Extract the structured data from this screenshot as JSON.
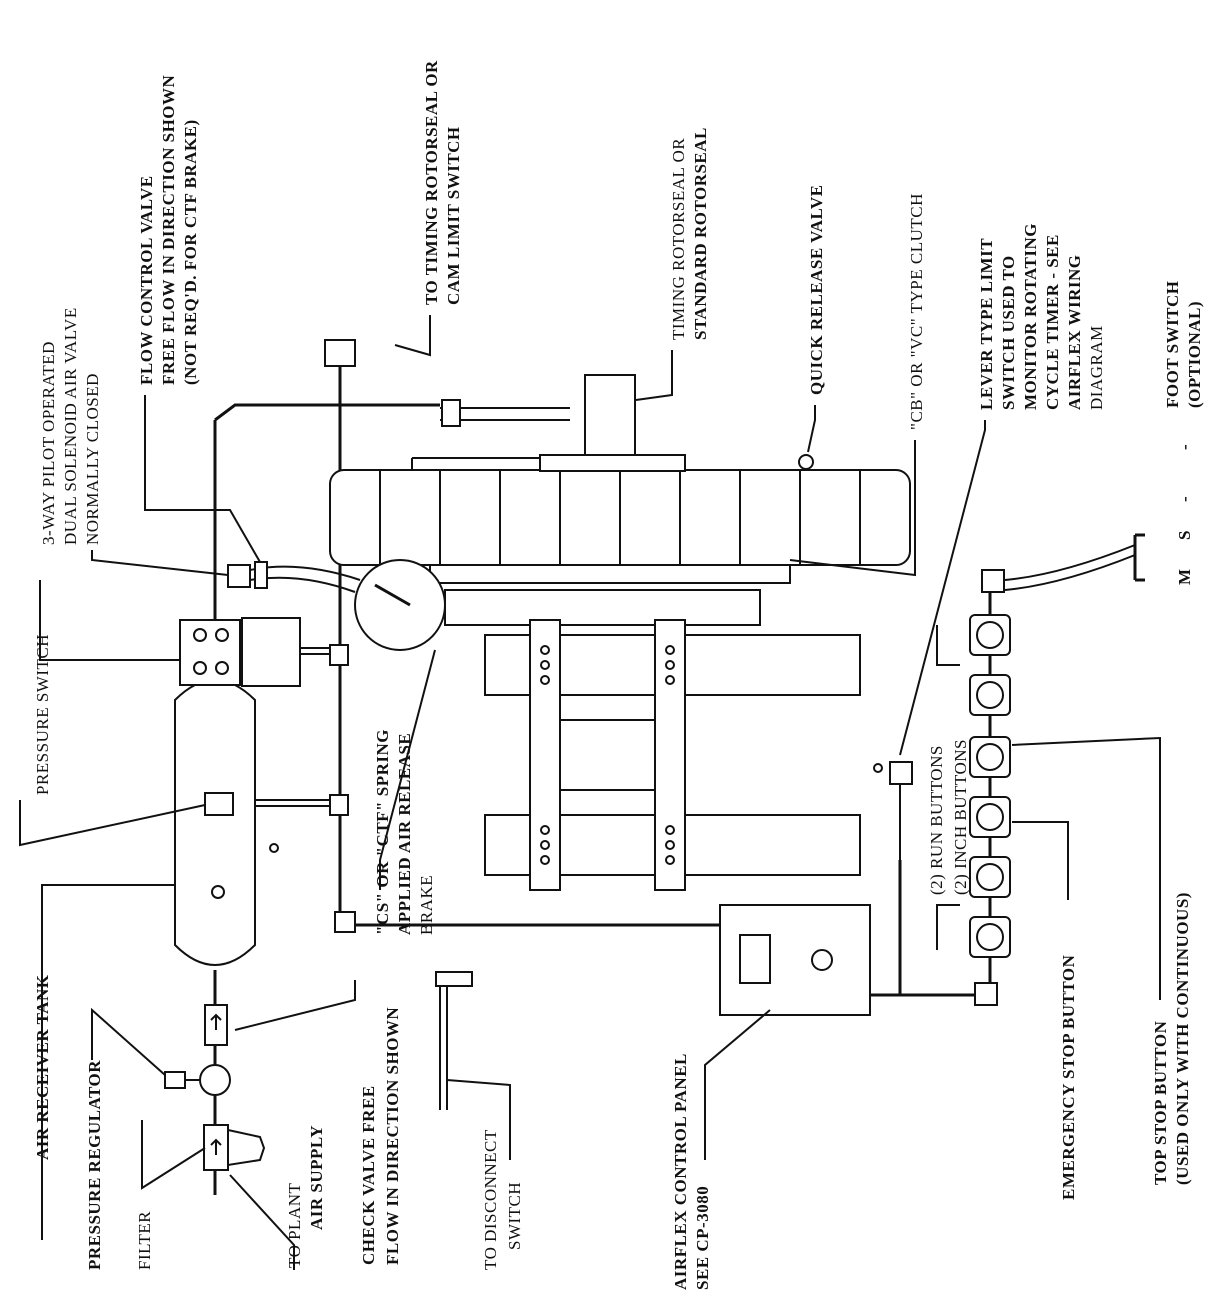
{
  "labels": {
    "air_receiver_tank": "AIR RECEIVER TANK",
    "pressure_regulator": "PRESSURE REGULATOR",
    "filter": "FILTER",
    "plant_air_1": "TO PLANT",
    "plant_air_2": "AIR SUPPLY",
    "check_valve_1": "CHECK VALVE FREE",
    "check_valve_2": "FLOW IN DIRECTION SHOWN",
    "disconnect_1": "TO DISCONNECT",
    "disconnect_2": "SWITCH",
    "control_panel_1": "AIRFLEX CONTROL PANEL",
    "control_panel_2": "SEE CP-3080",
    "emergency_stop": "EMERGENCY STOP BUTTON",
    "top_stop_1": "TOP STOP BUTTON",
    "top_stop_2": "(USED ONLY WITH CONTINUOUS)",
    "run_buttons": "(2) RUN BUTTONS",
    "inch_buttons": "(2) INCH BUTTONS",
    "brake_1": "\"CS\" OR \"CTF\" SPRING",
    "brake_2": "APPLIED AIR RELEASE",
    "brake_3": "BRAKE",
    "pressure_switch": "PRESSURE SWITCH",
    "solenoid_1": "3-WAY PILOT OPERATED",
    "solenoid_2": "DUAL SOLENOID AIR VALVE",
    "solenoid_3": "NORMALLY CLOSED",
    "flow_control_1": "FLOW CONTROL VALVE",
    "flow_control_2": "FREE FLOW IN DIRECTION SHOWN",
    "flow_control_3": "(NOT REQ'D. FOR CTF BRAKE)",
    "timing_switch_1": "TO TIMING ROTORSEAL OR",
    "timing_switch_2": "CAM LIMIT SWITCH",
    "rotorseal_1": "TIMING ROTORSEAL OR",
    "rotorseal_2": "STANDARD ROTORSEAL",
    "quick_release": "QUICK RELEASE VALVE",
    "clutch": "\"CB\" OR \"VC\" TYPE CLUTCH",
    "lever_1": "LEVER TYPE LIMIT",
    "lever_2": "SWITCH USED TO",
    "lever_3": "MONITOR ROTATING",
    "lever_4": "CYCLE TIMER - SEE",
    "lever_5": "AIRFLEX WIRING",
    "lever_6": "DIAGRAM",
    "foot_switch_1": "FOOT SWITCH",
    "foot_switch_2": "(OPTIONAL)",
    "ms_m": "M",
    "ms_s": "S",
    "ms_dash1": "-",
    "ms_dash2": "-"
  }
}
